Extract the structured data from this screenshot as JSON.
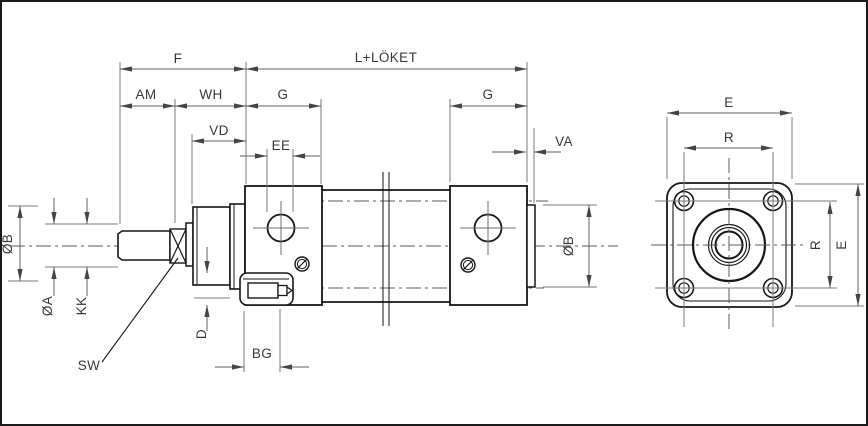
{
  "drawing": {
    "type": "technical-dimension-drawing",
    "subject": "pneumatic-cylinder-side-and-end-view",
    "colors": {
      "background": "#ffffff",
      "object_line": "#161616",
      "dimension_line": "#5f5f5f",
      "text": "#383838"
    },
    "labels": {
      "f": "F",
      "l_loket": "L+LÖKET",
      "am": "AM",
      "wh": "WH",
      "g_front": "G",
      "g_rear": "G",
      "vd": "VD",
      "ee": "EE",
      "va": "VA",
      "dia_b_left": "ØB",
      "dia_a": "ØA",
      "kk": "KK",
      "sw": "SW",
      "d": "D",
      "bg": "BG",
      "dia_b_right": "ØB",
      "e_top": "E",
      "r_top": "R",
      "r_side": "R",
      "e_side": "E"
    }
  }
}
